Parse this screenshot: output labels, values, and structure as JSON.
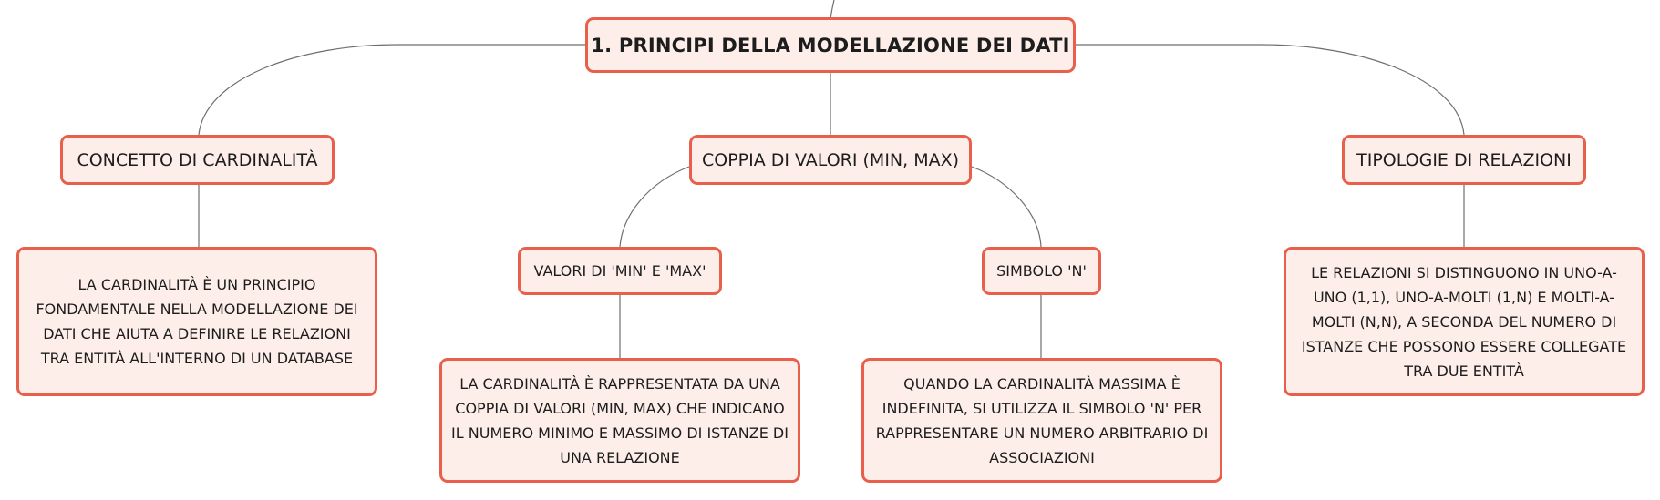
{
  "diagram": {
    "root": "1. PRINCIPI DELLA MODELLAZIONE DEI DATI",
    "branches": {
      "cardinalita": {
        "label": "CONCETTO DI CARDINALITÀ",
        "description": "LA CARDINALITÀ È UN PRINCIPIO FONDAMENTALE NELLA MODELLAZIONE DEI DATI CHE AIUTA A DEFINIRE LE RELAZIONI TRA ENTITÀ ALL'INTERNO DI UN DATABASE"
      },
      "coppia": {
        "label": "COPPIA DI VALORI (MIN, MAX)",
        "children": {
          "valori": {
            "label": "VALORI DI 'MIN' E 'MAX'",
            "description": "LA CARDINALITÀ È RAPPRESENTATA DA UNA COPPIA DI VALORI (MIN, MAX) CHE INDICANO IL NUMERO MINIMO E MASSIMO DI ISTANZE DI UNA RELAZIONE"
          },
          "simbolo": {
            "label": "SIMBOLO 'N'",
            "description": "QUANDO LA CARDINALITÀ MASSIMA È INDEFINITA, SI UTILIZZA IL SIMBOLO 'N' PER RAPPRESENTARE UN NUMERO ARBITRARIO DI ASSOCIAZIONI"
          }
        }
      },
      "tipologie": {
        "label": "TIPOLOGIE DI RELAZIONI",
        "description": "LE RELAZIONI SI DISTINGUONO IN UNO-A-UNO (1,1), UNO-A-MOLTI (1,N) E MOLTI-A-MOLTI (N,N), A SECONDA DEL NUMERO DI ISTANZE CHE POSSONO ESSERE COLLEGATE TRA DUE ENTITÀ"
      }
    },
    "colors": {
      "node_fill": "#fdeee9",
      "node_border": "#e8604c",
      "connector": "#6e6e6e",
      "text": "#1d1d1d"
    }
  }
}
